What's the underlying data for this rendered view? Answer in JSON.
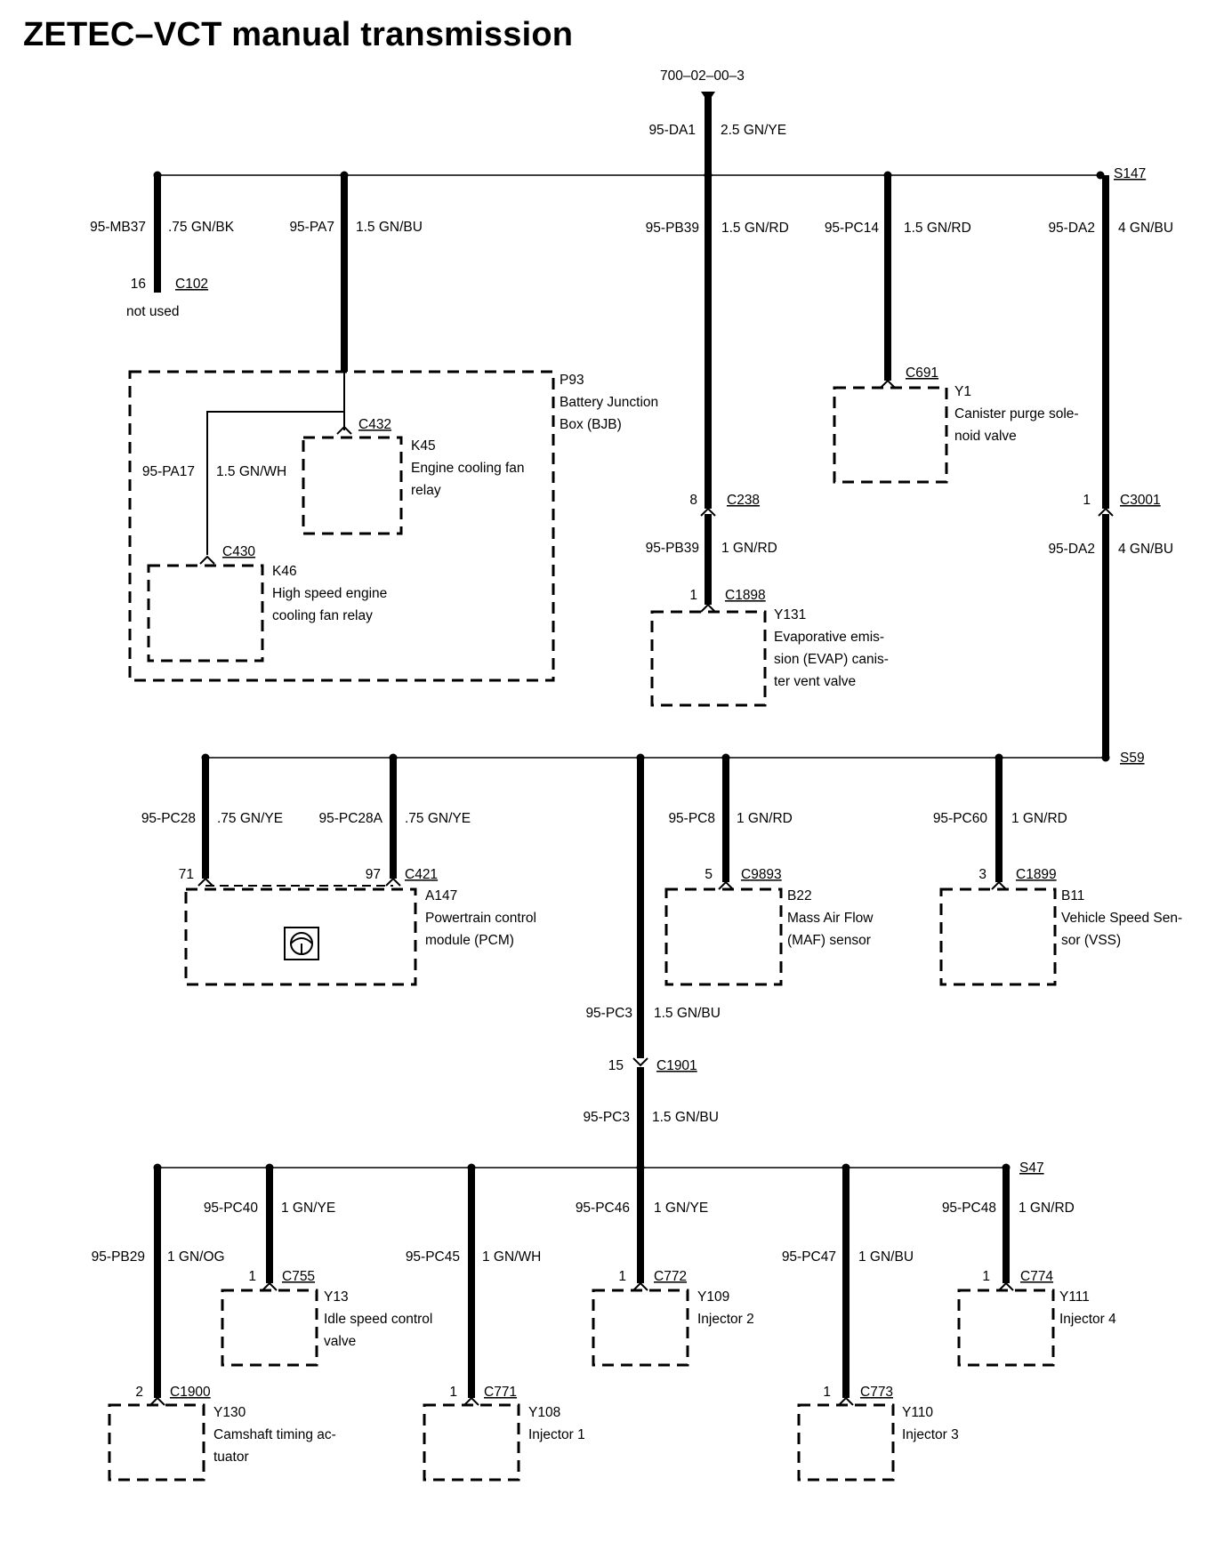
{
  "title": "ZETEC–VCT manual transmission",
  "ref": "700–02–00–3",
  "feed": {
    "circuit": "95-DA1",
    "wire": "2.5 GN/YE"
  },
  "splices": {
    "top": "S147",
    "mid": "S59",
    "bottom": "S47"
  },
  "top_branches": [
    {
      "circuit": "95-MB37",
      "wire": ".75 GN/BK",
      "pin": "16",
      "connector": "C102",
      "note": "not used"
    },
    {
      "circuit": "95-PA7",
      "wire": "1.5 GN/BU",
      "connector": "C432"
    },
    {
      "circuit": "95-PB39",
      "wire": "1.5 GN/RD",
      "pin": "8",
      "connector": "C238"
    },
    {
      "circuit": "95-PC14",
      "wire": "1.5 GN/RD",
      "connector": "C691"
    },
    {
      "circuit": "95-DA2",
      "wire": "4 GN/BU",
      "pin": "1",
      "connector": "C3001"
    }
  ],
  "bjb": {
    "id": "P93",
    "name_lines": [
      "Battery Junction",
      "Box (BJB)"
    ],
    "inner_circuit": "95-PA17",
    "inner_wire": "1.5 GN/WH",
    "k45": {
      "connector": "C432",
      "id": "K45",
      "lines": [
        "Engine cooling fan",
        "relay"
      ]
    },
    "k46": {
      "connector": "C430",
      "id": "K46",
      "lines": [
        "High speed engine",
        "cooling fan relay"
      ]
    }
  },
  "y1": {
    "id": "Y1",
    "lines": [
      "Canister purge sole-",
      "noid valve"
    ]
  },
  "pb39_lower": {
    "circuit": "95-PB39",
    "wire": "1 GN/RD",
    "pin": "1",
    "connector": "C1898"
  },
  "y131": {
    "id": "Y131",
    "lines": [
      "Evaporative emis-",
      "sion (EVAP) canis-",
      "ter vent valve"
    ]
  },
  "da2_lower": {
    "circuit": "95-DA2",
    "wire": "4 GN/BU"
  },
  "mid_branches": [
    {
      "circuit": "95-PC28",
      "wire": ".75 GN/YE",
      "pin": "71"
    },
    {
      "circuit": "95-PC28A",
      "wire": ".75 GN/YE",
      "pin": "97",
      "connector": "C421"
    },
    {
      "circuit": "95-PC8",
      "wire": "1 GN/RD",
      "pin": "5",
      "connector": "C9893"
    },
    {
      "circuit": "95-PC60",
      "wire": "1 GN/RD",
      "pin": "3",
      "connector": "C1899"
    }
  ],
  "a147": {
    "id": "A147",
    "lines": [
      "Powertrain control",
      "module (PCM)"
    ]
  },
  "b22": {
    "id": "B22",
    "lines": [
      "Mass Air Flow",
      "(MAF) sensor"
    ]
  },
  "b11": {
    "id": "B11",
    "lines": [
      "Vehicle Speed Sen-",
      "sor (VSS)"
    ]
  },
  "pc3_upper": {
    "circuit": "95-PC3",
    "wire": "1.5 GN/BU"
  },
  "c1901": {
    "pin": "15",
    "connector": "C1901"
  },
  "pc3_lower": {
    "circuit": "95-PC3",
    "wire": "1.5 GN/BU"
  },
  "bottom_branches": [
    {
      "circuit": "95-PB29",
      "wire": "1 GN/OG",
      "pin": "2",
      "connector": "C1900",
      "id": "Y130",
      "lines": [
        "Camshaft timing ac-",
        "tuator"
      ]
    },
    {
      "circuit": "95-PC40",
      "wire": "1 GN/YE",
      "pin": "1",
      "connector": "C755",
      "id": "Y13",
      "lines": [
        "Idle speed control",
        "valve"
      ]
    },
    {
      "circuit": "95-PC45",
      "wire": "1 GN/WH",
      "pin": "1",
      "connector": "C771",
      "id": "Y108",
      "lines": [
        "Injector 1"
      ]
    },
    {
      "circuit": "95-PC46",
      "wire": "1 GN/YE",
      "pin": "1",
      "connector": "C772",
      "id": "Y109",
      "lines": [
        "Injector 2"
      ]
    },
    {
      "circuit": "95-PC47",
      "wire": "1 GN/BU",
      "pin": "1",
      "connector": "C773",
      "id": "Y110",
      "lines": [
        "Injector 3"
      ]
    },
    {
      "circuit": "95-PC48",
      "wire": "1 GN/RD",
      "pin": "1",
      "connector": "C774",
      "id": "Y111",
      "lines": [
        "Injector 4"
      ]
    }
  ]
}
